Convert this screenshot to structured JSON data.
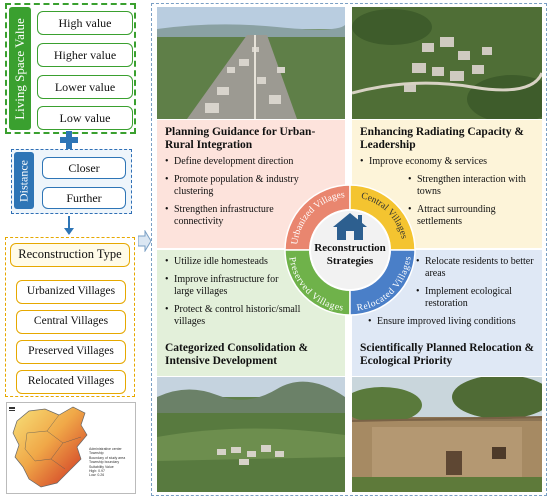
{
  "living_space": {
    "title": "Living Space Value",
    "items": [
      "High value",
      "Higher value",
      "Lower value",
      "Low value"
    ]
  },
  "distance": {
    "title": "Distance",
    "items": [
      "Closer",
      "Further"
    ]
  },
  "reconstruction_type": {
    "title": "Reconstruction Type",
    "items": [
      "Urbanized Villages",
      "Central Villages",
      "Preserved Villages",
      "Relocated Villages"
    ]
  },
  "map": {
    "legend_items": [
      "Administrative center",
      "Township",
      "Boundary of study area",
      "Township boundary"
    ],
    "legend_value_title": "Suitability Value",
    "legend_high": "High: 0.97",
    "legend_low": "Low: 0.26"
  },
  "center": {
    "title": "Reconstruction Strategies"
  },
  "ring": {
    "urbanized": "Urbanized Villages",
    "central": "Central Villages",
    "preserved": "Preserved Villages",
    "relocated": "Relocated Villages"
  },
  "quadrants": {
    "tl": {
      "title": "Planning Guidance for Urban-Rural Integration",
      "items": [
        "Define development direction",
        "Promote population & industry clustering",
        "Strengthen infrastructure connectivity"
      ]
    },
    "tr": {
      "title": "Enhancing Radiating Capacity & Leadership",
      "items": [
        "Improve economy & services",
        "Strengthen interaction with towns",
        "Attract surrounding settlements"
      ]
    },
    "bl": {
      "title": "Categorized Consolidation & Intensive Development",
      "items": [
        "Utilize idle homesteads",
        "Improve infrastructure for large villages",
        "Protect & control historic/small villages"
      ]
    },
    "br": {
      "title": "Scientifically Planned Relocation & Ecological Priority",
      "items": [
        "Relocate residents to better areas",
        "Implement ecological restoration",
        "Ensure improved living conditions"
      ]
    }
  },
  "colors": {
    "green": "#3aa02f",
    "blue": "#2e75b6",
    "yellow": "#e6a800",
    "tl_bg": "#fde3dc",
    "tr_bg": "#fdf4d9",
    "bl_bg": "#e3f0da",
    "br_bg": "#dfe8f5",
    "ring_tl": "#e9866f",
    "ring_tr": "#f4c430",
    "ring_bl": "#6fb24a",
    "ring_br": "#4a7fc8",
    "center_circle": "#f2f2f2",
    "house_icon": "#2d5f8f"
  }
}
